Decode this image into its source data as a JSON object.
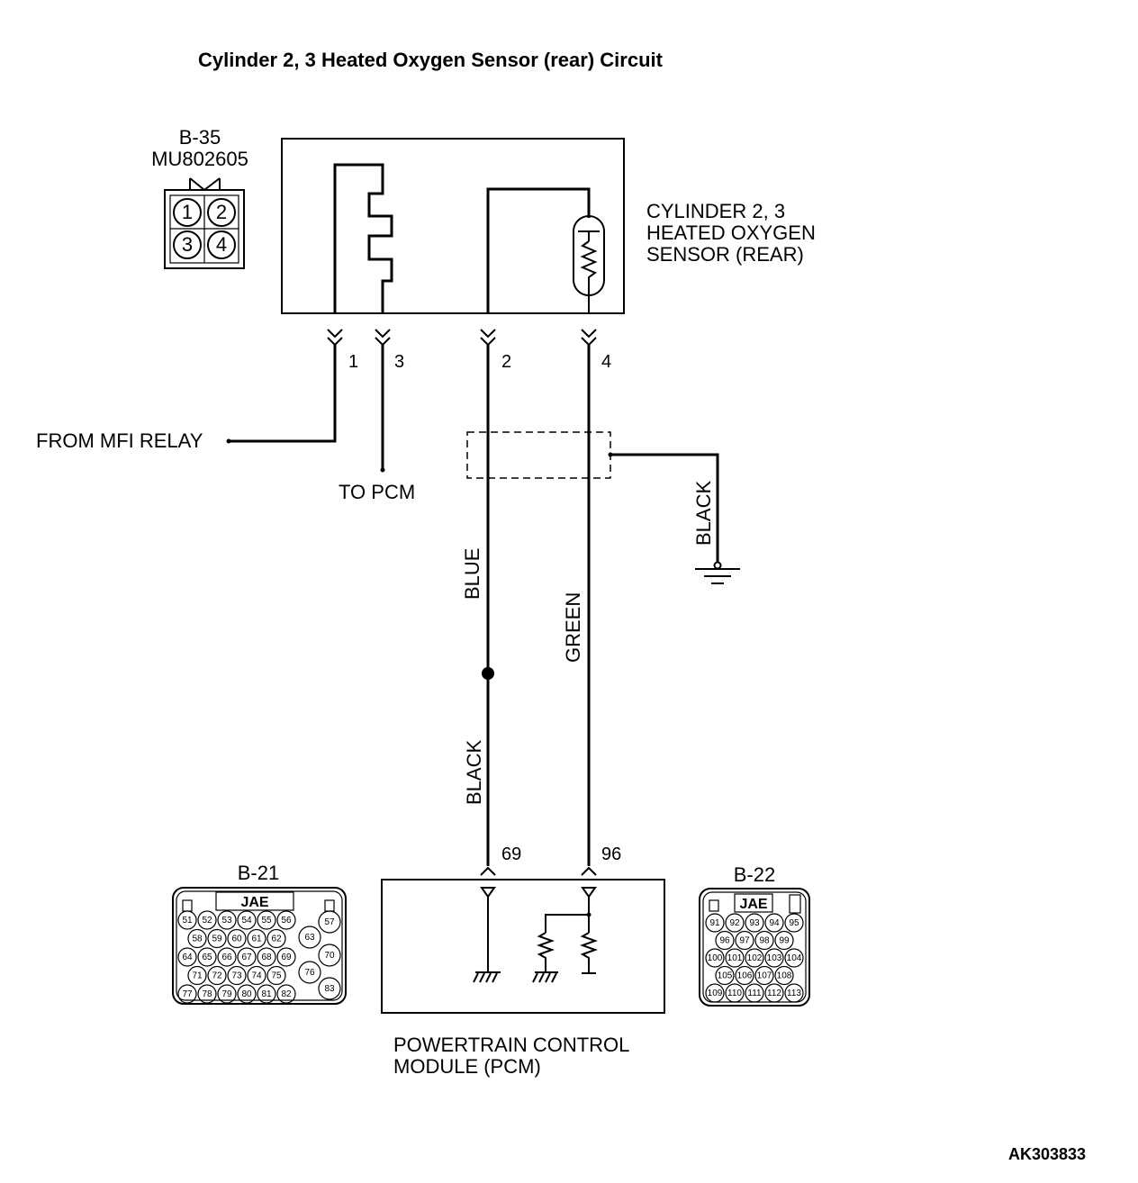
{
  "title": "Cylinder 2, 3 Heated Oxygen Sensor (rear) Circuit",
  "sensor_connector": {
    "id": "B-35",
    "part_number": "MU802605",
    "pins": [
      "1",
      "2",
      "3",
      "4"
    ]
  },
  "sensor": {
    "label_lines": [
      "CYLINDER 2, 3",
      "HEATED OXYGEN",
      "SENSOR (REAR)"
    ],
    "terminals": [
      "1",
      "3",
      "2",
      "4"
    ]
  },
  "source_label": "FROM MFI RELAY",
  "dest_label": "TO PCM",
  "wires": {
    "blue": "BLUE",
    "green": "GREEN",
    "black_lower": "BLACK",
    "shield_ground": "BLACK"
  },
  "pcm_terminals": [
    "69",
    "96"
  ],
  "pcm_connector_left": {
    "id": "B-21",
    "maker": "JAE",
    "rows": [
      [
        "51",
        "52",
        "53",
        "54",
        "55",
        "56"
      ],
      [
        "58",
        "59",
        "60",
        "61",
        "62"
      ],
      [
        "64",
        "65",
        "66",
        "67",
        "68",
        "69"
      ],
      [
        "71",
        "72",
        "73",
        "74",
        "75"
      ],
      [
        "77",
        "78",
        "79",
        "80",
        "81",
        "82"
      ]
    ],
    "side_pins": [
      "57",
      "63",
      "70",
      "76",
      "83"
    ]
  },
  "pcm_connector_right": {
    "id": "B-22",
    "maker": "JAE",
    "rows": [
      [
        "91",
        "92",
        "93",
        "94",
        "95"
      ],
      [
        "96",
        "97",
        "98",
        "99"
      ],
      [
        "100",
        "101",
        "102",
        "103",
        "104"
      ],
      [
        "105",
        "106",
        "107",
        "108"
      ],
      [
        "109",
        "110",
        "111",
        "112",
        "113"
      ]
    ]
  },
  "pcm": {
    "label_lines": [
      "POWERTRAIN CONTROL",
      "MODULE (PCM)"
    ]
  },
  "figure_code": "AK303833"
}
